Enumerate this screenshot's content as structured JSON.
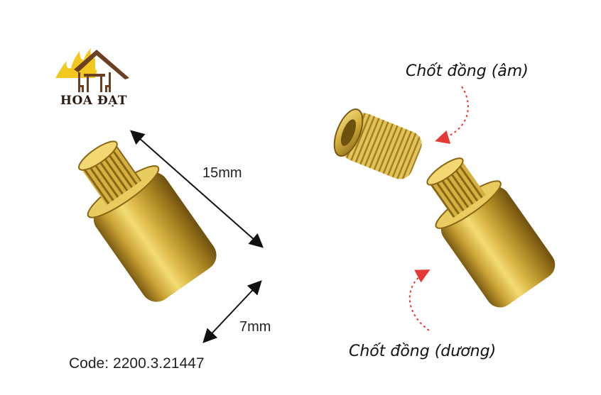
{
  "logo": {
    "brand": "HOA ĐẠT"
  },
  "dimensions": {
    "length": "15mm",
    "diameter": "7mm"
  },
  "code": {
    "label": "Code:",
    "value": "2200.3.21447"
  },
  "callouts": {
    "female": "Chốt đồng (âm)",
    "male": "Chốt đồng (dương)"
  },
  "colors": {
    "brass_light": "#f4dc74",
    "brass_mid": "#c9a233",
    "brass_dark": "#7a5a12",
    "logo_brown": "#6b3f22",
    "logo_yellow": "#f2c81e",
    "arrow_red": "#e53935"
  }
}
